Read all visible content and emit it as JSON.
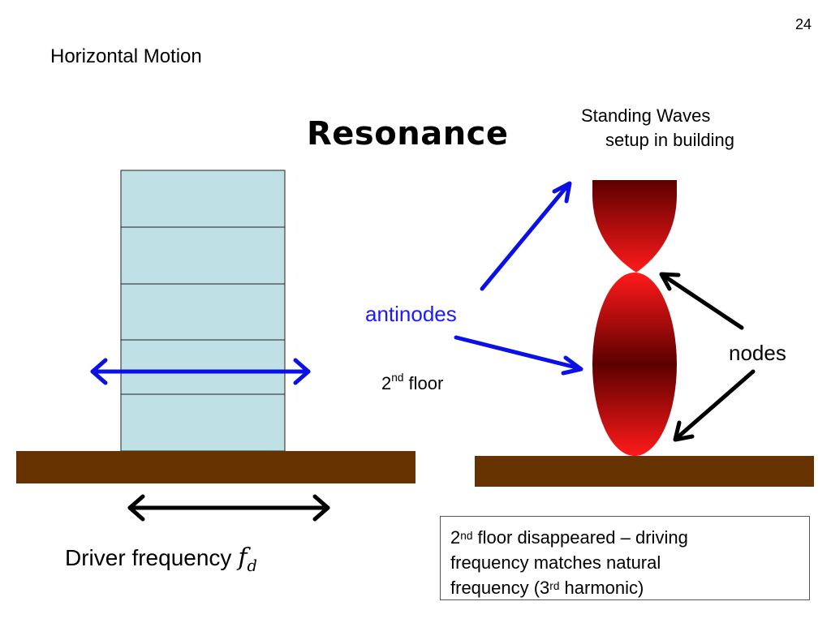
{
  "slide": {
    "number": "24",
    "heading": "Horizontal Motion",
    "title": "Resonance"
  },
  "labels": {
    "standing_waves_line1": "Standing Waves",
    "standing_waves_line2": "setup in building",
    "antinodes": "antinodes",
    "nodes": "nodes",
    "floor_number": "2",
    "floor_suffix": "nd",
    "floor_word": "floor",
    "driver_text": "Driver frequency",
    "driver_symbol": "f",
    "driver_subscript": "d"
  },
  "note": {
    "line1_num": "2",
    "line1_sup": "nd",
    "line1_text": "floor disappeared – driving",
    "line2_text": "frequency matches natural",
    "line3_pre": "frequency (3",
    "line3_sup": "rd",
    "line3_post": "harmonic)"
  },
  "colors": {
    "building_fill": "#bfe0e4",
    "ground": "#663300",
    "arrow_blue": "#0a10e6",
    "antinode_red": "#ff1a1a",
    "antinode_dark": "#5c0000",
    "text_blue": "#1a1aff"
  }
}
